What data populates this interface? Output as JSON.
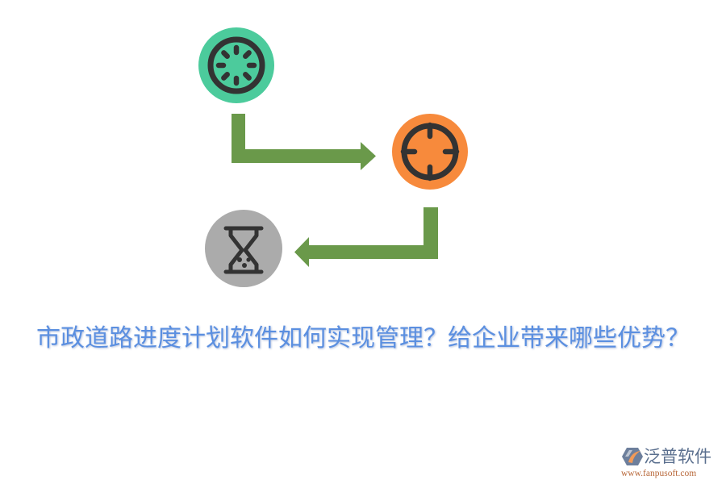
{
  "diagram": {
    "nodes": [
      {
        "id": "step-1",
        "icon": "loading-spinner-icon",
        "color": "#4ccb9c"
      },
      {
        "id": "step-2",
        "icon": "crosshair-target-icon",
        "color": "#f78a3c"
      },
      {
        "id": "step-3",
        "icon": "hourglass-icon",
        "color": "#ababab"
      }
    ],
    "connectors": [
      {
        "from": "step-1",
        "to": "step-2",
        "color": "#6a994a",
        "shape": "elbow-arrow-right"
      },
      {
        "from": "step-2",
        "to": "step-3",
        "color": "#6a994a",
        "shape": "elbow-arrow-left"
      }
    ],
    "icon_stroke_color": "#333333"
  },
  "title": {
    "text": "市政道路进度计划软件如何实现管理？给企业带来哪些优势？",
    "color": "#5b8fe0"
  },
  "logo": {
    "name": "泛普软件",
    "url": "www.fanpusoft.com",
    "name_color": "#5a6f8e",
    "url_color": "#b8683a",
    "icon": "fanpu-logo-icon"
  }
}
